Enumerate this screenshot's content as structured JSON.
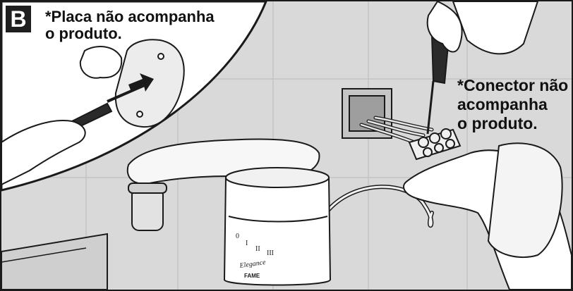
{
  "badge": {
    "letter": "B"
  },
  "notes": {
    "plate_line1": "*Placa não acompanha",
    "plate_line2": "o produto.",
    "connector_line1": "*Conector não",
    "connector_line2": "acompanha",
    "connector_line3": "o produto."
  },
  "product_labels": {
    "brand": "Elegance",
    "maker": "FAME",
    "marks": [
      "0",
      "I",
      "II",
      "III"
    ]
  },
  "colors": {
    "background": "#d9d9d9",
    "tile_line": "#c4c4c4",
    "outline": "#1a1a1a",
    "badge": "#1e1e1e"
  }
}
